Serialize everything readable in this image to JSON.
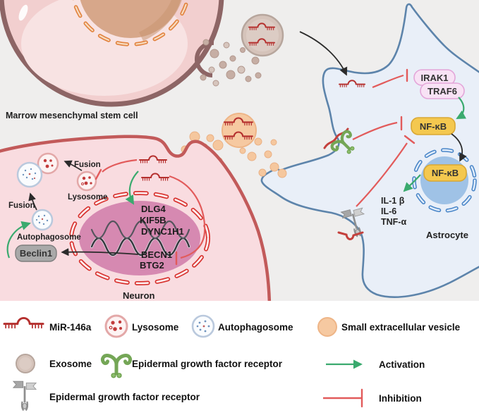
{
  "diagram": {
    "msc": {
      "label": "Marrow mesenchymal stem cell"
    },
    "neuron": {
      "label": "Neuron",
      "fusion_top": "Fusion",
      "fusion_left": "Fusion",
      "lysosome": "Lysosome",
      "autophagosome": "Autophagosome",
      "beclin1": "Beclin1",
      "genes_activated": [
        "DLG4",
        "KIF5B",
        "DYNC1H1"
      ],
      "genes_inhibited": [
        "BECN1",
        "BTG2"
      ]
    },
    "astrocyte": {
      "label": "Astrocyte",
      "irak1": "IRAK1",
      "traf6": "TRAF6",
      "nfkb_cytoplasm": "NF-κB",
      "nfkb_nucleus": "NF-κB",
      "cytokines": [
        "IL-1 β",
        "IL-6",
        "TNF-α"
      ]
    }
  },
  "legend": {
    "mir146a": "MiR-146a",
    "lysosome": "Lysosome",
    "autophagosome": "Autophagosome",
    "small_ev": "Small extracellular vesicle",
    "exosome": "Exosome",
    "egfr_green": "Epidermal growth factor receptor",
    "egfr_gray": "Epidermal growth factor receptor",
    "activation": "Activation",
    "inhibition": "Inhibition"
  },
  "colors": {
    "activation_green": "#3aaa6e",
    "inhibition_red": "#e25b5b",
    "mir_red": "#b5302e",
    "nfkb_yellow": "#f4c84f",
    "irak_pink": "#f8e2f5",
    "astrocyte_blue": "#5d84ab",
    "neuron_red": "#c25a5a",
    "background_gray": "#efeeed"
  }
}
